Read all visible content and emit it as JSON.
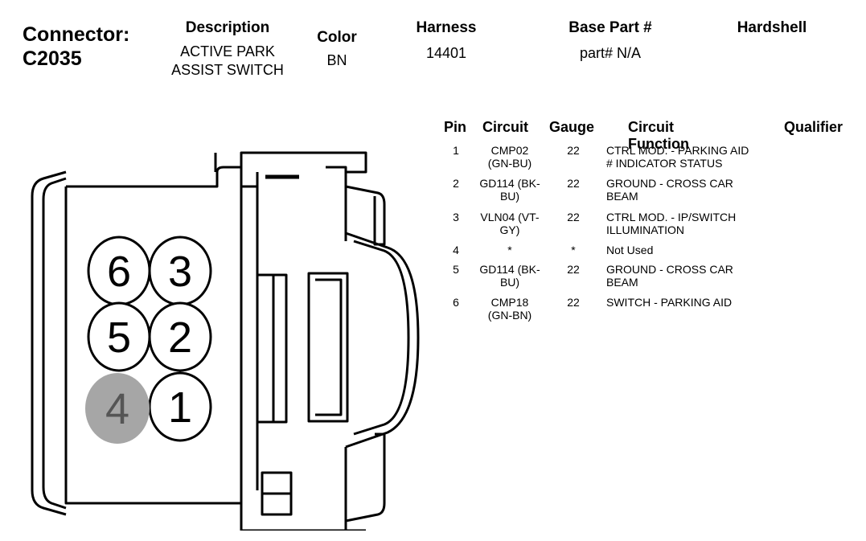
{
  "connector": {
    "label": "Connector:",
    "id": "C2035"
  },
  "description": {
    "header": "Description",
    "line1": "ACTIVE PARK",
    "line2": "ASSIST SWITCH"
  },
  "color": {
    "header": "Color",
    "value": "BN"
  },
  "harness": {
    "header": "Harness",
    "value": "14401"
  },
  "base_part": {
    "header": "Base Part #",
    "value": "part# N/A"
  },
  "hardshell": {
    "header": "Hardshell"
  },
  "table": {
    "headers": {
      "pin": "Pin",
      "circuit": "Circuit",
      "gauge": "Gauge",
      "function": "Circuit Function",
      "qualifier": "Qualifier"
    },
    "rows": [
      {
        "pin": "1",
        "circuit1": "CMP02",
        "circuit2": "(GN-BU)",
        "gauge": "22",
        "func1": "CTRL MOD. - PARKING AID",
        "func2": "# INDICATOR STATUS"
      },
      {
        "pin": "2",
        "circuit1": "GD114 (BK-",
        "circuit2": "BU)",
        "gauge": "22",
        "func1": "GROUND - CROSS CAR",
        "func2": "BEAM"
      },
      {
        "pin": "3",
        "circuit1": "VLN04 (VT-",
        "circuit2": "GY)",
        "gauge": "22",
        "func1": "CTRL MOD. - IP/SWITCH",
        "func2": "ILLUMINATION"
      },
      {
        "pin": "4",
        "circuit1": "*",
        "circuit2": "",
        "gauge": "*",
        "func1": "Not Used",
        "func2": ""
      },
      {
        "pin": "5",
        "circuit1": "GD114 (BK-",
        "circuit2": "BU)",
        "gauge": "22",
        "func1": "GROUND - CROSS CAR",
        "func2": "BEAM"
      },
      {
        "pin": "6",
        "circuit1": "CMP18",
        "circuit2": "(GN-BN)",
        "gauge": "22",
        "func1": "SWITCH - PARKING AID",
        "func2": ""
      }
    ]
  },
  "connector_pins": {
    "p6": "6",
    "p3": "3",
    "p5": "5",
    "p2": "2",
    "p4": "4",
    "p1": "1",
    "unused_fill": "#a6a6a6",
    "used_fill": "#ffffff"
  }
}
